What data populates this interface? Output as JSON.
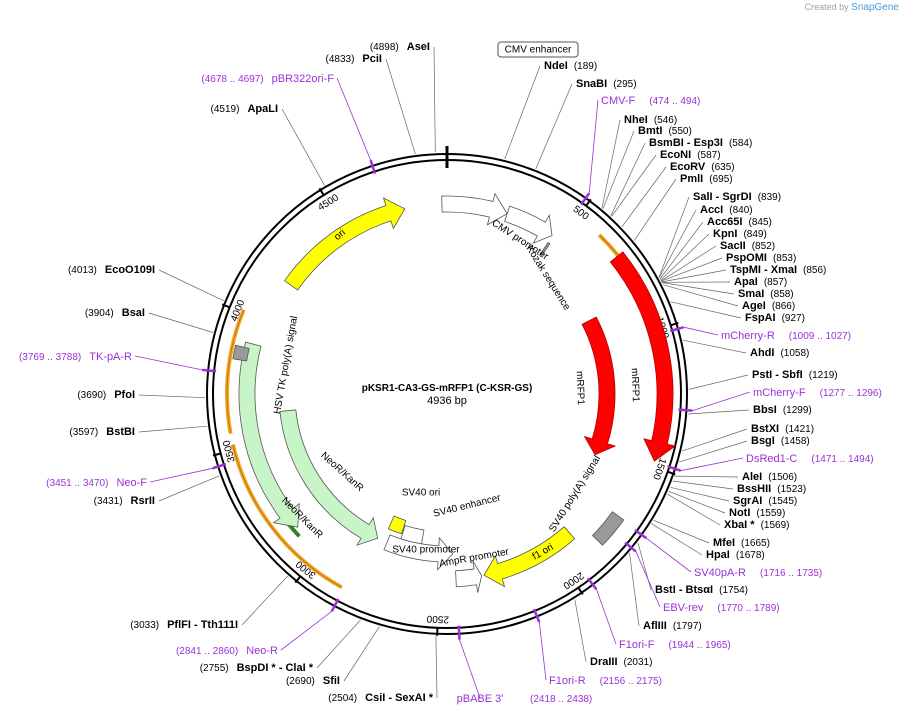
{
  "credit": {
    "prefix": "Created by",
    "brand": "SnapGene"
  },
  "plasmid": {
    "name": "pKSR1-CA3-GS-mRFP1 (C-KSR-GS)",
    "length_label": "4936 bp",
    "length": 4936
  },
  "ticks": [
    "500",
    "1000",
    "1500",
    "2000",
    "2500",
    "3000",
    "3500",
    "4000",
    "4500"
  ],
  "colors": {
    "primer": "#9b30d6",
    "ori": "#ffff00",
    "mrfp": "#ff0000",
    "neo": "#c8f5c8",
    "orange": "#f5a623",
    "green": "#2e8b2e"
  },
  "features": [
    {
      "name": "CMV enhancer",
      "start": 4915,
      "end": 253,
      "color": "#ffffff",
      "dir": 1
    },
    {
      "name": "CMV promoter",
      "start": 253,
      "end": 460,
      "color": "#ffffff",
      "dir": 1
    },
    {
      "name": "Kozak sequence",
      "start": 462,
      "end": 472,
      "color": "#999999",
      "dir": 0
    },
    {
      "name": "mRFP1",
      "start": 860,
      "end": 1540,
      "color": "#ff0000",
      "dir": 1
    },
    {
      "name": "mRFP1",
      "start": 700,
      "end": 1480,
      "color": "#ff0000",
      "dir": 1
    },
    {
      "name": "SV40 poly(A) signal",
      "start": 1720,
      "end": 1840,
      "color": "#999999",
      "dir": 0
    },
    {
      "name": "f1 ori",
      "start": 1900,
      "end": 2310,
      "color": "#ffff00",
      "dir": 1
    },
    {
      "name": "AmpR promoter",
      "start": 2320,
      "end": 2430,
      "color": "#ffffff",
      "dir": -1
    },
    {
      "name": "SV40 promoter",
      "start": 2440,
      "end": 2770,
      "color": "#ffffff",
      "dir": -1
    },
    {
      "name": "SV40 enhancer",
      "start": 2600,
      "end": 2710,
      "color": "#ffffff",
      "dir": 0
    },
    {
      "name": "SV40 ori",
      "start": 2715,
      "end": 2790,
      "color": "#ffff00",
      "dir": 0
    },
    {
      "name": "NeoR/KanR",
      "start": 2820,
      "end": 3620,
      "color": "#c8f5c8",
      "dir": -1
    },
    {
      "name": "NeoR/KanR",
      "start": 3130,
      "end": 3900,
      "color": "#c8f5c8",
      "dir": -1
    },
    {
      "name": "HSV TK poly(A) signal",
      "start": 3830,
      "end": 3880,
      "color": "#999999",
      "dir": 0
    },
    {
      "name": "ori",
      "start": 4180,
      "end": 4760,
      "color": "#ffff00",
      "dir": 1
    }
  ],
  "sites": [
    {
      "name": "AseI",
      "pos": "(4898)",
      "bp": 4898
    },
    {
      "name": "PciI",
      "pos": "(4833)",
      "bp": 4833
    },
    {
      "name": "ApaLI",
      "pos": "(4519)",
      "bp": 4519
    },
    {
      "name": "EcoO109I",
      "pos": "(4013)",
      "bp": 4013
    },
    {
      "name": "BsaI",
      "pos": "(3904)",
      "bp": 3904
    },
    {
      "name": "PfoI",
      "pos": "(3690)",
      "bp": 3690
    },
    {
      "name": "BstBI",
      "pos": "(3597)",
      "bp": 3597
    },
    {
      "name": "RsrII",
      "pos": "(3431)",
      "bp": 3431
    },
    {
      "name": "PflFI - Tth111I",
      "pos": "(3033)",
      "bp": 3033
    },
    {
      "name": "BspDI * - ClaI *",
      "pos": "(2755)",
      "bp": 2755
    },
    {
      "name": "SfiI",
      "pos": "(2690)",
      "bp": 2690
    },
    {
      "name": "CsiI - SexAI *",
      "pos": "(2504)",
      "bp": 2504
    },
    {
      "name": "NdeI",
      "pos": "(189)",
      "bp": 189
    },
    {
      "name": "SnaBI",
      "pos": "(295)",
      "bp": 295
    },
    {
      "name": "NheI",
      "pos": "(546)",
      "bp": 546
    },
    {
      "name": "BmtI",
      "pos": "(550)",
      "bp": 550
    },
    {
      "name": "BsmBI - Esp3I",
      "pos": "(584)",
      "bp": 584
    },
    {
      "name": "EcoNI",
      "pos": "(587)",
      "bp": 587
    },
    {
      "name": "EcoRV",
      "pos": "(635)",
      "bp": 635
    },
    {
      "name": "PmlI",
      "pos": "(695)",
      "bp": 695
    },
    {
      "name": "SalI - SgrDI",
      "pos": "(839)",
      "bp": 839
    },
    {
      "name": "AccI",
      "pos": "(840)",
      "bp": 840
    },
    {
      "name": "Acc65I",
      "pos": "(845)",
      "bp": 845
    },
    {
      "name": "KpnI",
      "pos": "(849)",
      "bp": 849
    },
    {
      "name": "SacII",
      "pos": "(852)",
      "bp": 852
    },
    {
      "name": "PspOMI",
      "pos": "(853)",
      "bp": 853
    },
    {
      "name": "TspMI - XmaI",
      "pos": "(856)",
      "bp": 856
    },
    {
      "name": "ApaI",
      "pos": "(857)",
      "bp": 857
    },
    {
      "name": "SmaI",
      "pos": "(858)",
      "bp": 858
    },
    {
      "name": "AgeI",
      "pos": "(866)",
      "bp": 866
    },
    {
      "name": "FspAI",
      "pos": "(927)",
      "bp": 927
    },
    {
      "name": "AhdI",
      "pos": "(1058)",
      "bp": 1058
    },
    {
      "name": "PstI - SbfI",
      "pos": "(1219)",
      "bp": 1219
    },
    {
      "name": "BbsI",
      "pos": "(1299)",
      "bp": 1299
    },
    {
      "name": "BstXI",
      "pos": "(1421)",
      "bp": 1421
    },
    {
      "name": "BsgI",
      "pos": "(1458)",
      "bp": 1458
    },
    {
      "name": "AleI",
      "pos": "(1506)",
      "bp": 1506
    },
    {
      "name": "BssHII",
      "pos": "(1523)",
      "bp": 1523
    },
    {
      "name": "SgrAI",
      "pos": "(1545)",
      "bp": 1545
    },
    {
      "name": "NotI",
      "pos": "(1559)",
      "bp": 1559
    },
    {
      "name": "XbaI *",
      "pos": "(1569)",
      "bp": 1569
    },
    {
      "name": "MfeI",
      "pos": "(1665)",
      "bp": 1665
    },
    {
      "name": "HpaI",
      "pos": "(1678)",
      "bp": 1678
    },
    {
      "name": "BstI - BtsαI",
      "pos": "(1754)",
      "bp": 1754
    },
    {
      "name": "AflIII",
      "pos": "(1797)",
      "bp": 1797
    },
    {
      "name": "DraIII",
      "pos": "(2031)",
      "bp": 2031
    }
  ],
  "primers": [
    {
      "name": "pBR322ori-F",
      "range": "(4678 .. 4697)",
      "bp": 4688
    },
    {
      "name": "TK-pA-R",
      "range": "(3769 .. 3788)",
      "bp": 3779
    },
    {
      "name": "Neo-F",
      "range": "(3451 .. 3470)",
      "bp": 3461
    },
    {
      "name": "Neo-R",
      "range": "(2841 .. 2860)",
      "bp": 2851
    },
    {
      "name": "pBABE 3'",
      "range": "(2418 .. 2438)",
      "bp": 2428
    },
    {
      "name": "CMV-F",
      "range": "(474 .. 494)",
      "bp": 484
    },
    {
      "name": "mCherry-R",
      "range": "(1009 .. 1027)",
      "bp": 1018
    },
    {
      "name": "mCherry-F",
      "range": "(1277 .. 1296)",
      "bp": 1287
    },
    {
      "name": "DsRed1-C",
      "range": "(1471 .. 1494)",
      "bp": 1483
    },
    {
      "name": "SV40pA-R",
      "range": "(1716 .. 1735)",
      "bp": 1726
    },
    {
      "name": "EBV-rev",
      "range": "(1770 .. 1789)",
      "bp": 1780
    },
    {
      "name": "F1ori-F",
      "range": "(1944 .. 1965)",
      "bp": 1955
    },
    {
      "name": "F1ori-R",
      "range": "(2156 .. 2175)",
      "bp": 2166
    }
  ]
}
